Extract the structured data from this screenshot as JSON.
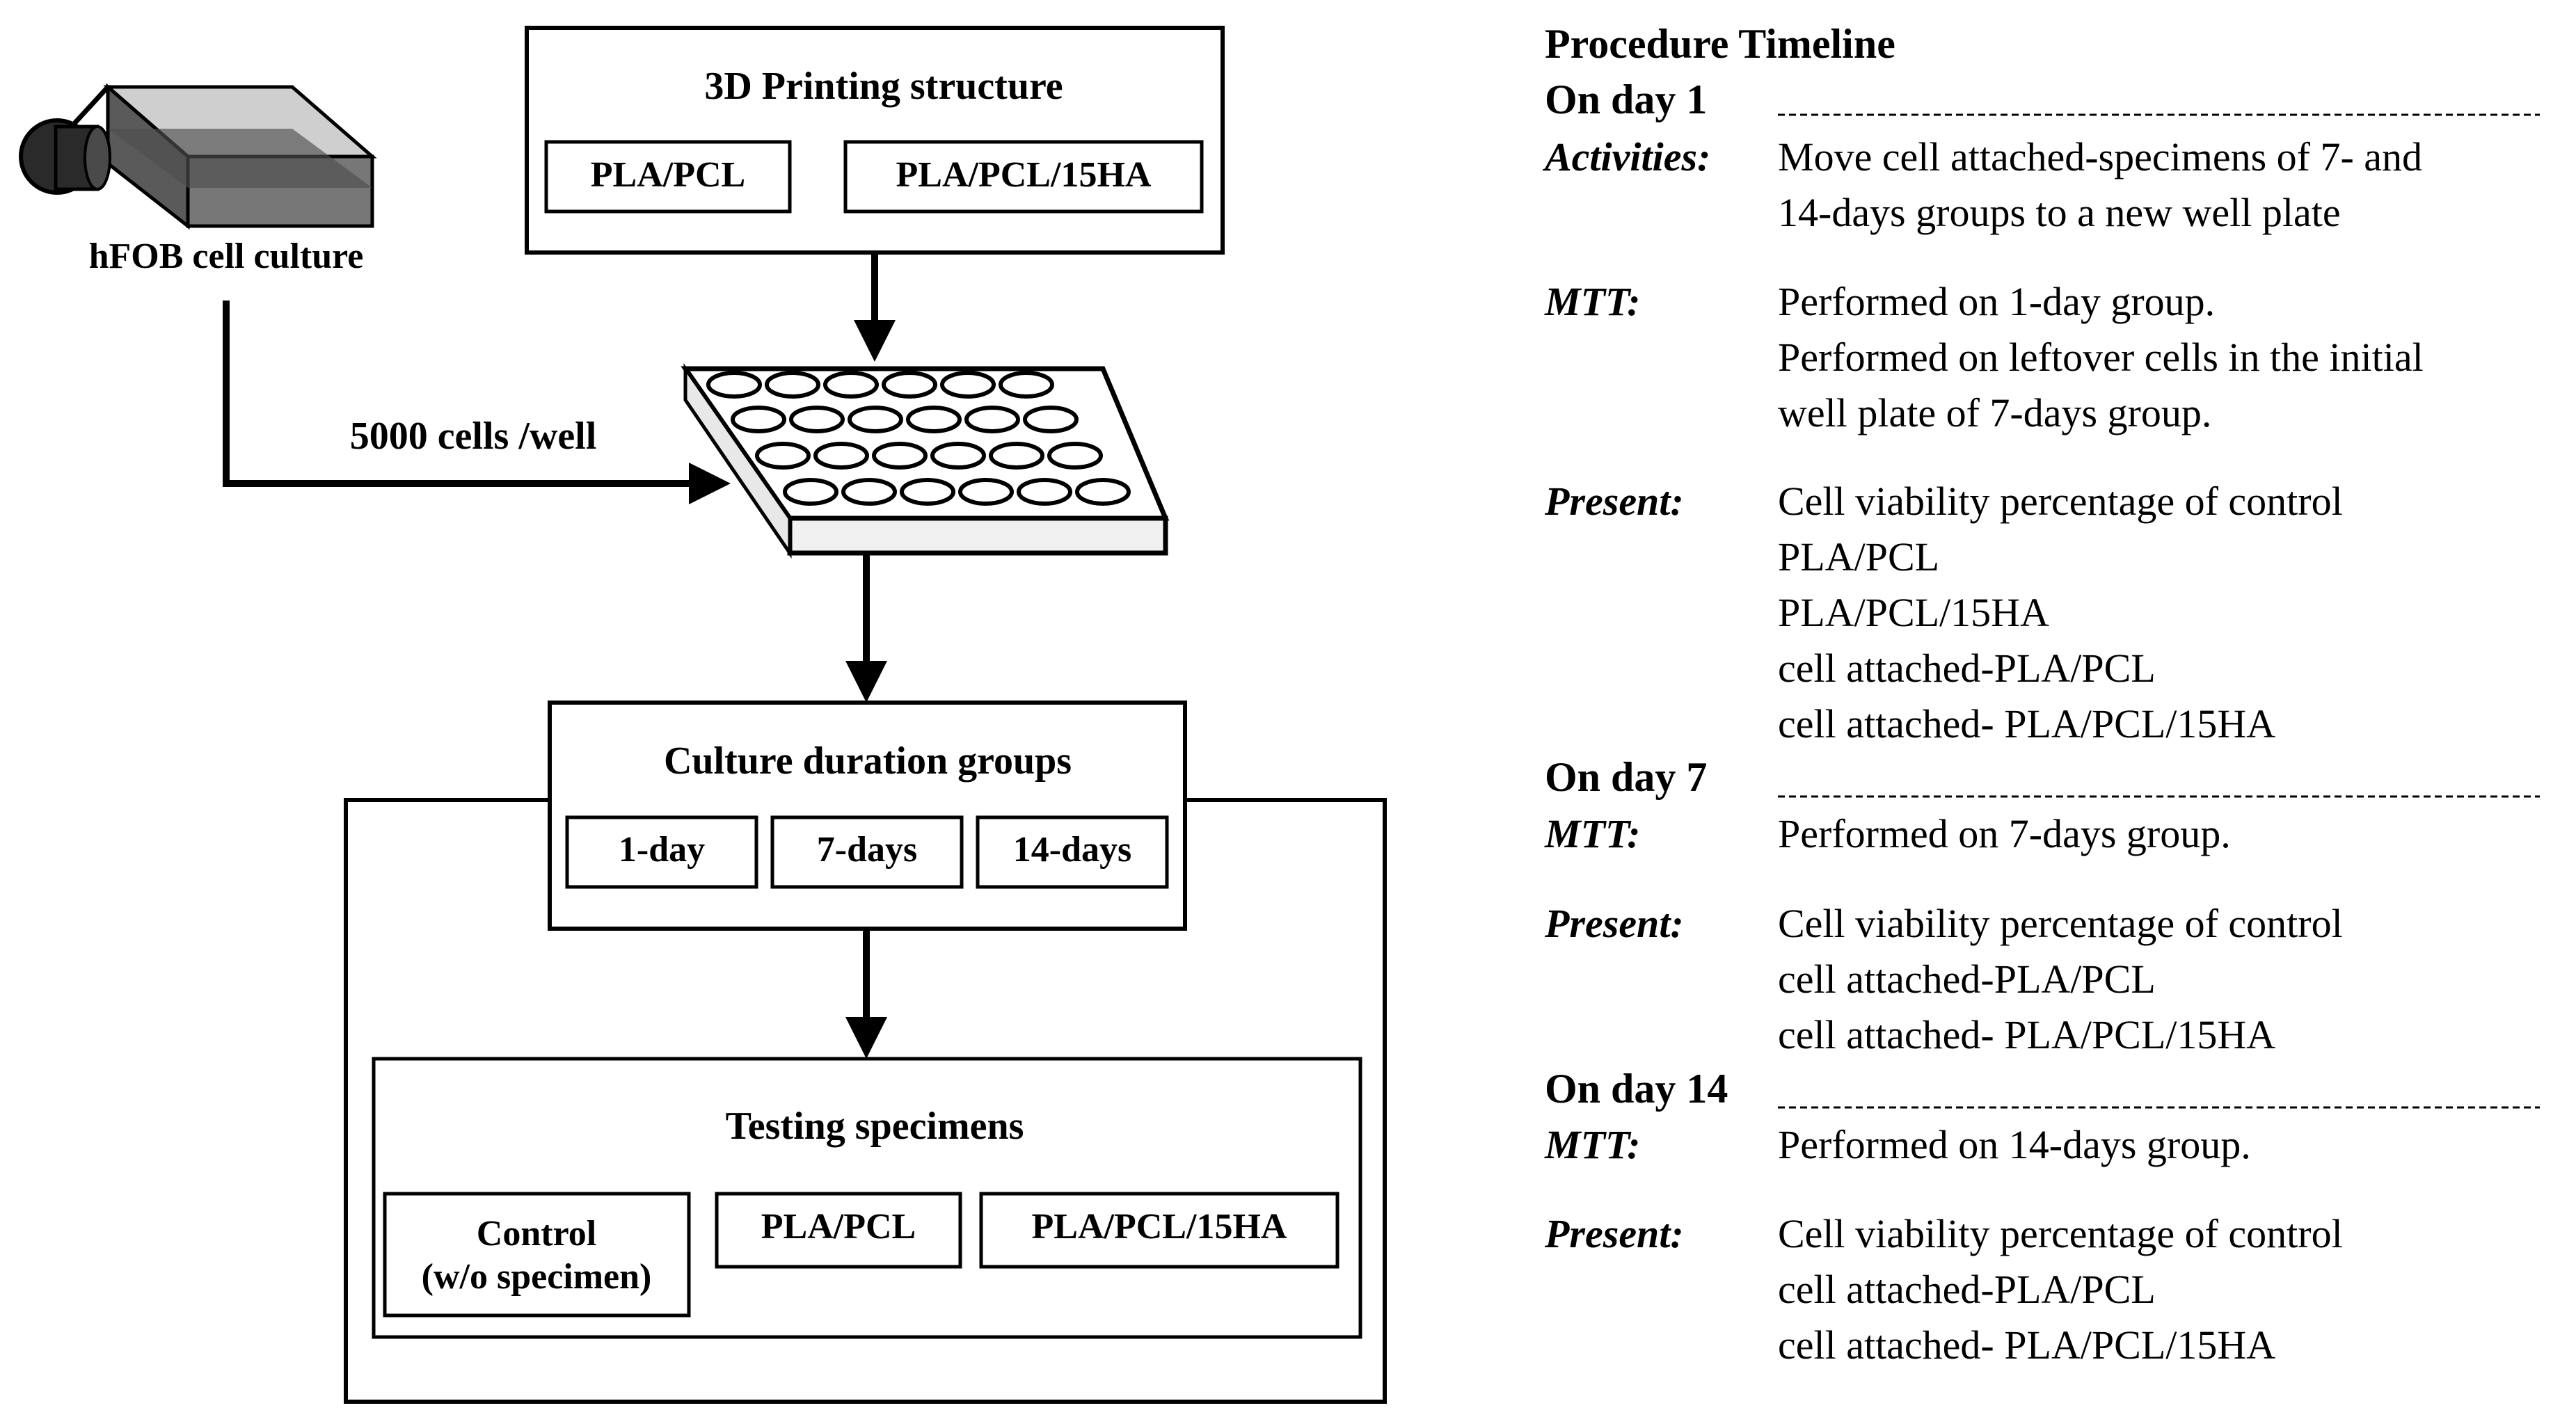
{
  "flowchart": {
    "source_label": "hFOB cell culture",
    "printing": {
      "title": "3D Printing structure",
      "items": [
        "PLA/PCL",
        "PLA/PCL/15HA"
      ]
    },
    "seeding_label": "5000 cells /well",
    "duration": {
      "title": "Culture duration groups",
      "items": [
        "1-day",
        "7-days",
        "14-days"
      ]
    },
    "testing": {
      "title": "Testing specimens",
      "control_line1": "Control",
      "control_line2": "(w/o specimen)",
      "items": [
        "PLA/PCL",
        "PLA/PCL/15HA"
      ]
    }
  },
  "timeline": {
    "title": "Procedure Timeline",
    "day1": {
      "heading": "On day 1",
      "activities_label": "Activities:",
      "activities": [
        "Move cell attached-specimens of 7- and",
        "14-days groups to a new well plate"
      ],
      "mtt_label": "MTT:",
      "mtt": [
        "Performed on 1-day group.",
        "Performed on leftover cells in the initial",
        "well plate of 7-days group."
      ],
      "present_label": "Present:",
      "present": [
        "Cell viability percentage of control",
        "PLA/PCL",
        "PLA/PCL/15HA",
        "cell attached-PLA/PCL",
        "cell attached- PLA/PCL/15HA"
      ]
    },
    "day7": {
      "heading": "On day 7",
      "mtt_label": "MTT:",
      "mtt": [
        "Performed on 7-days group."
      ],
      "present_label": "Present:",
      "present": [
        "Cell viability percentage of control",
        "cell attached-PLA/PCL",
        "cell attached- PLA/PCL/15HA"
      ]
    },
    "day14": {
      "heading": "On day 14",
      "mtt_label": "MTT:",
      "mtt": [
        "Performed on 14-days group."
      ],
      "present_label": "Present:",
      "present": [
        "Cell viability percentage of control",
        "cell attached-PLA/PCL",
        "cell attached- PLA/PCL/15HA"
      ]
    }
  },
  "colors": {
    "ink": "#000000",
    "flask_liquid": "#555555",
    "flask_cap": "#2a2a2a",
    "background": "#ffffff"
  }
}
